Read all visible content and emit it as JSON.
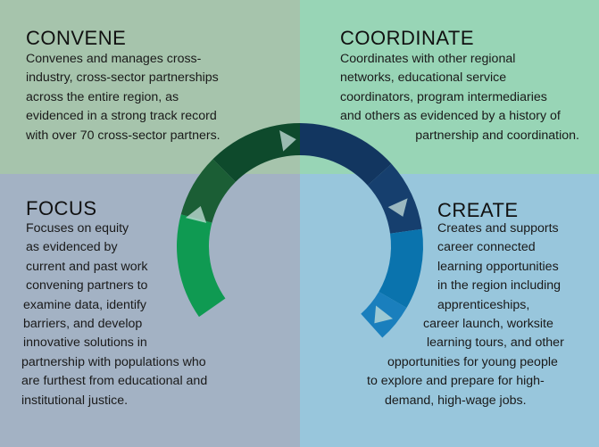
{
  "convene": {
    "title": "CONVENE",
    "lines": [
      "Convenes and manages cross-",
      "industry, cross-sector partnerships",
      "across the entire region, as",
      "evidenced in a strong track record",
      "with over 70 cross-sector partners."
    ]
  },
  "coordinate": {
    "title": "COORDINATE",
    "lines": [
      "Coordinates with other regional",
      "networks, educational service",
      "coordinators, program intermediaries",
      "and others as evidenced by a history of",
      "partnership and coordination."
    ]
  },
  "focus": {
    "title": "FOCUS",
    "lines": [
      "Focuses on equity",
      "as evidenced by",
      "current and past work",
      "convening partners to",
      "examine data, identify",
      "barriers, and develop",
      "innovative solutions in",
      "partnership with populations who",
      "are furthest from educational and",
      "institutional justice."
    ]
  },
  "create": {
    "title": "CREATE",
    "lines": [
      "Creates and supports",
      "career connected",
      "learning opportunities",
      "in the region including",
      "apprenticeships,",
      "career launch, worksite",
      "learning tours, and other",
      "opportunities for young people",
      "to explore and prepare for high-",
      "demand, high-wage jobs."
    ]
  },
  "colors": {
    "convene_bg": "#a6c4ac",
    "coordinate_bg": "#98d5b6",
    "focus_bg": "#a3b2c4",
    "create_bg": "#98c6dc",
    "ring_dark_green": "#0e4a2c",
    "ring_mid_green": "#1b5e35",
    "ring_green": "#0f9a52",
    "ring_navy": "#123660",
    "ring_dark_navy": "#163f6e",
    "ring_blue": "#0a73ad",
    "ring_light_blue": "#1a7fbd"
  }
}
